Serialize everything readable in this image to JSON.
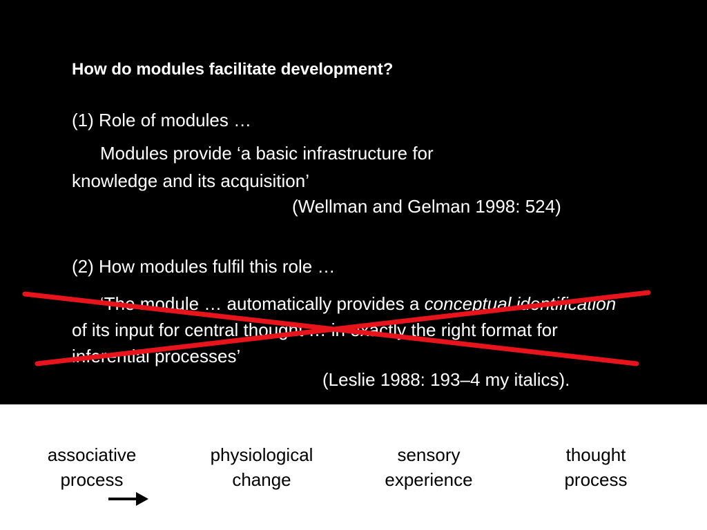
{
  "title": "How do modules facilitate development?",
  "section1": {
    "heading": "(1) Role of modules …",
    "quote_line1": "Modules provide ‘a basic infrastructure for",
    "quote_line2": "knowledge and its acquisition’",
    "citation": "(Wellman and Gelman 1998: 524)"
  },
  "section2": {
    "heading": "(2) How modules fulfil this role …",
    "quote_part1": "‘The module … automatically provides a ",
    "quote_italic": "conceptual identification",
    "quote_part2": " of its input for central thought … in exactly the right format for inferential processes’",
    "citation": "(Leslie 1988: 193–4 my italics)."
  },
  "cross_color": "#e8141c",
  "labels": [
    {
      "line1": "associative",
      "line2": "process"
    },
    {
      "line1": "physiological",
      "line2": "change"
    },
    {
      "line1": "sensory",
      "line2": "experience"
    },
    {
      "line1": "thought",
      "line2": "process"
    }
  ],
  "arrow_icon": "right-arrow-icon"
}
